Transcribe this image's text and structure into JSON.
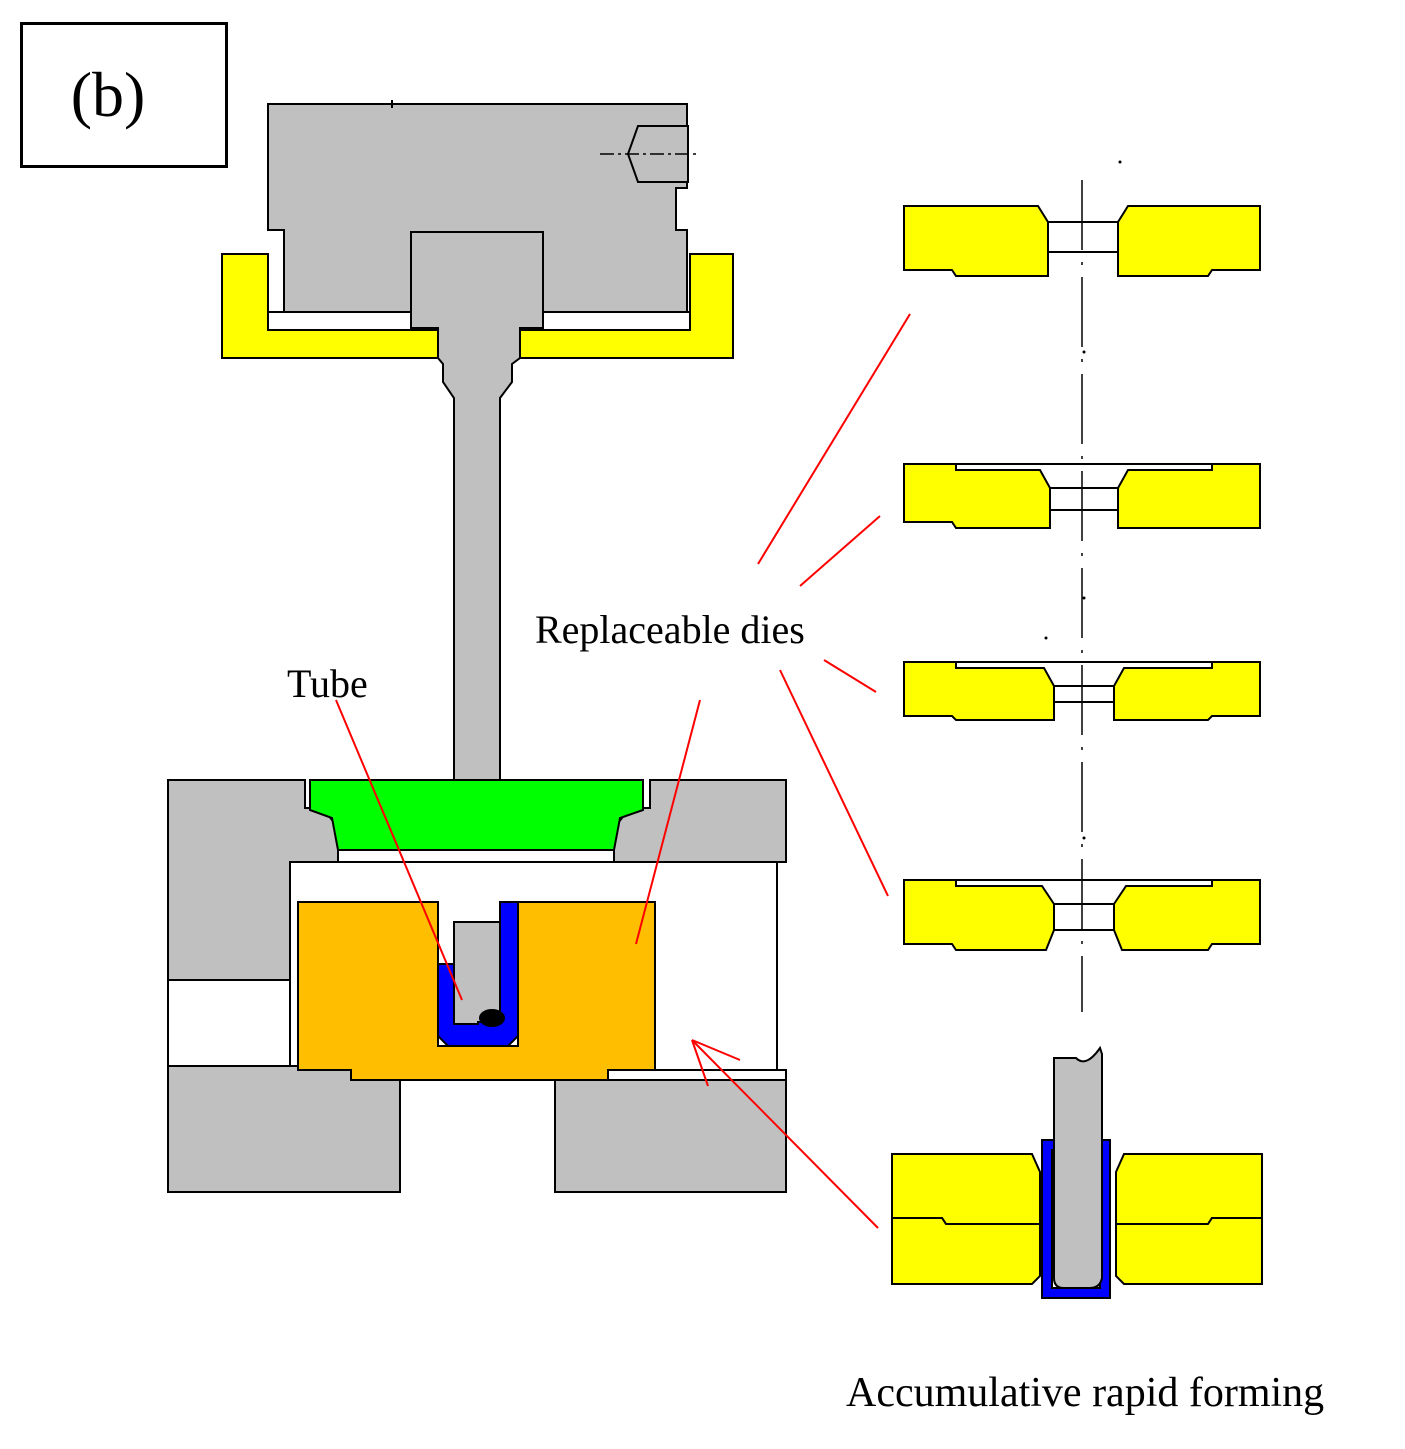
{
  "panel_label": "(b)",
  "labels": {
    "tube": "Tube",
    "replaceable_dies": "Replaceable dies",
    "accumulative_rapid_forming": "Accumulative rapid forming"
  },
  "colors": {
    "steel": "#c0c0c0",
    "die": "#ffff00",
    "guide_ring": "#00ff00",
    "container": "#ffbf00",
    "tube": "#0000ff",
    "leader": "#ff0000",
    "outline": "#000000"
  }
}
